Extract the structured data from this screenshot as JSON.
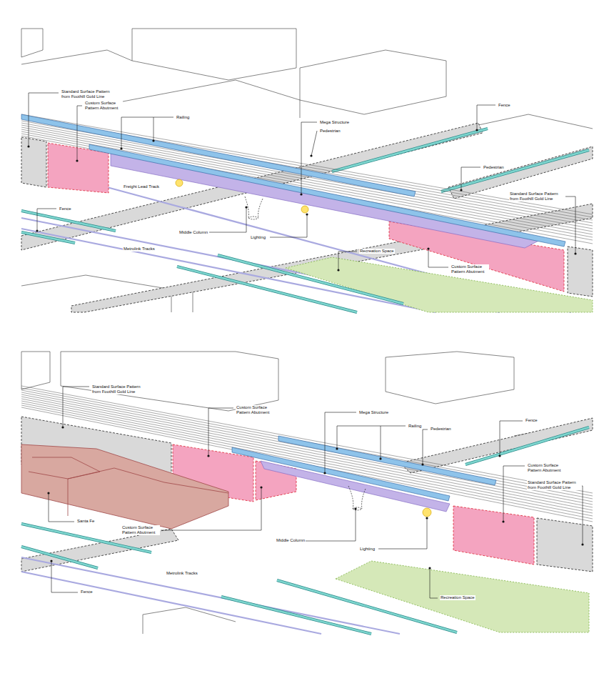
{
  "diagram": {
    "labels": [
      "Standard Surface Pattern from Foothill Gold Line",
      "Custom Surface Pattern Abutment",
      "Railing",
      "Mega Structure",
      "Pedestrian",
      "Fence",
      "Pedestrian",
      "Freight Lead Track",
      "Standard Surface Pattern from Foothill Gold Line",
      "Fence",
      "Middle Column",
      "Lighting",
      "Metrolink Tracks",
      "Recreation Space",
      "Custom Surface Pattern Abutment",
      "Standard Surface Pattern from Foothill Gold Line",
      "Custom Surface Pattern Abutment",
      "Mega Structure",
      "Railing",
      "Pedestrian",
      "Fence",
      "Custom Surface Pattern Abutment",
      "Standard Surface Pattern from Foothill Gold Line",
      "Santa Fe",
      "Custom Surface Pattern Abutment",
      "Middle Column",
      "Lighting",
      "Metrolink Tracks",
      "Fence",
      "Recreation Space"
    ]
  }
}
